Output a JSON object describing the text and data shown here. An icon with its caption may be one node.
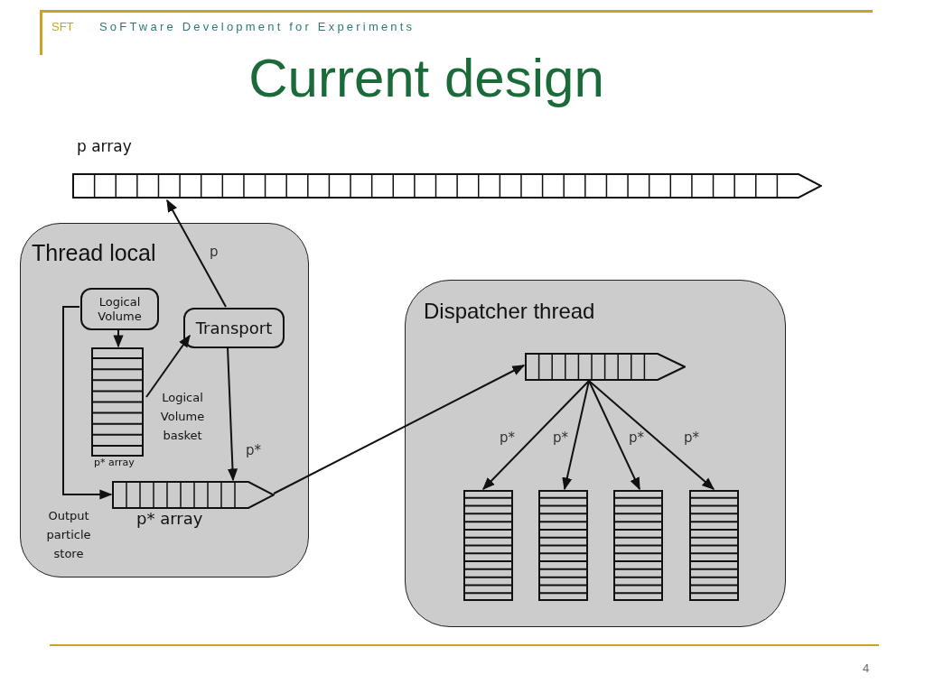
{
  "diagram": {
    "title": "Current design",
    "nodes": [
      {
        "text": [
          "p array"
        ]
      },
      {
        "text": [
          "Thread local"
        ]
      },
      {
        "text": [
          "Logical Volume"
        ],
        "in": 1
      },
      {
        "text": [
          "Transport"
        ],
        "in": 1
      },
      {
        "text": [
          "p* array"
        ],
        "beside": [
          "Logical Volume basket"
        ],
        "in": 1
      },
      {
        "text": [
          "p* array"
        ],
        "beside": [
          "Output particle store"
        ],
        "in": 1
      },
      {
        "text": [
          "Dispatcher thread"
        ]
      },
      {
        "text": [],
        "shape": "bar",
        "in": 6
      },
      {
        "text": [],
        "shape": "box",
        "in": 6
      },
      {
        "text": [],
        "shape": "box",
        "in": 6
      },
      {
        "text": [],
        "shape": "box",
        "in": 6
      },
      {
        "text": [],
        "shape": "box",
        "in": 6
      }
    ],
    "edges": [
      {
        "from": 3,
        "to": 0,
        "arrow": "to",
        "label": "p"
      },
      {
        "from": 2,
        "to": 4,
        "arrow": "to"
      },
      {
        "from": 4,
        "to": 3,
        "arrow": "to"
      },
      {
        "from": 2,
        "to": 5,
        "arrow": "to"
      },
      {
        "from": 3,
        "to": 5,
        "arrow": "to",
        "label": "p*"
      },
      {
        "from": 5,
        "to": 7,
        "arrow": "to"
      },
      {
        "from": 7,
        "to": 8,
        "arrow": "to",
        "label": "p*"
      },
      {
        "from": 7,
        "to": 9,
        "arrow": "to",
        "label": "p*"
      },
      {
        "from": 7,
        "to": 10,
        "arrow": "to",
        "label": "p*"
      },
      {
        "from": 7,
        "to": 11,
        "arrow": "to",
        "label": "p*"
      }
    ],
    "labels": [
      "SFT",
      "SoFTware Development for Experiments",
      "4"
    ]
  }
}
